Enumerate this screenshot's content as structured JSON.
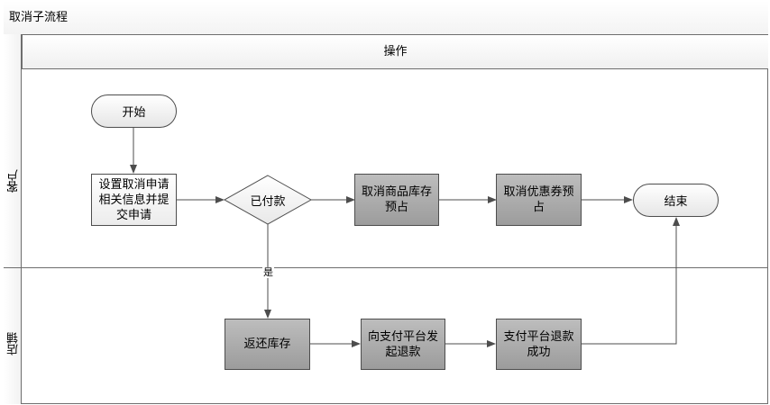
{
  "diagram": {
    "title": "取消子流程",
    "phase": "操作",
    "lanes": {
      "customer": "客户",
      "store": "店铺"
    },
    "nodes": {
      "start": "开始",
      "submit_request": "设置取消申请相关信息并提交申请",
      "paid_decision": "已付款",
      "cancel_product_stock": "取消商品库存预占",
      "cancel_coupon": "取消优惠券预占",
      "end": "结束",
      "return_stock": "返还库存",
      "initiate_refund": "向支付平台发起退款",
      "refund_success": "支付平台退款成功"
    },
    "edge_labels": {
      "yes": "是"
    },
    "colors": {
      "line": "#4d4d4d",
      "shaded_box": "#aaaaaa",
      "light_box": "#f2f2f2"
    }
  }
}
